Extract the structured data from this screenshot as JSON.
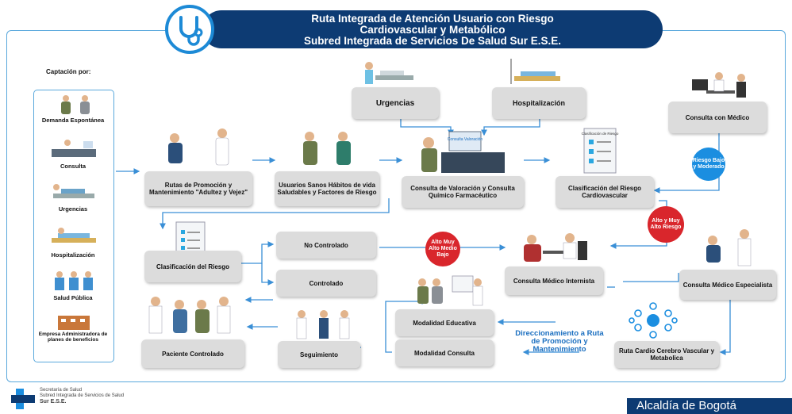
{
  "title": {
    "line1": "Ruta Integrada de Atención Usuario con Riesgo",
    "line2": "Cardiovascular y Metabólico",
    "line3": "Subred Integrada de Servicios De Salud Sur E.S.E."
  },
  "captacion": {
    "heading": "Captación por:",
    "items": [
      "Demanda Espontánea",
      "Consulta",
      "Urgencias",
      "Hospitalización",
      "Salud Pública",
      "Empresa Administradora de planes de beneficios"
    ]
  },
  "nodes": {
    "urgencias": "Urgencias",
    "hospitalizacion": "Hospitalización",
    "consulta_medico": "Consulta con Médico",
    "rutas_promocion": "Rutas de Promoción y Mantenimiento \"Adultez y Vejez\"",
    "usuarios_sanos": "Usuarios Sanos Hábitos de vida Saludables y Factores de Riesgo",
    "consulta_valoracion": "Consulta de Valoración y Consulta Químico Farmacéutico",
    "clasif_cardio": "Clasificación del Riesgo Cardiovascular",
    "clasif_riesgo": "Clasificación del Riesgo",
    "no_controlado": "No Controlado",
    "controlado": "Controlado",
    "consulta_internista": "Consulta Médico Internista",
    "consulta_especialista": "Consulta Médico Especialista",
    "paciente_controlado": "Paciente Controlado",
    "seguimiento": "Seguimiento",
    "modalidad_educativa": "Modalidad Educativa",
    "modalidad_consulta": "Modalidad Consulta",
    "ruta_cardio": "Ruta Cardio Cerebro Vascular y Metabolica"
  },
  "tags": {
    "riesgo_bajo": "Riesgo Bajo y Moderado",
    "alto_muy_alto": "Alto y Muy Alto Riesgo",
    "alto_medio_bajo": "Alto Muy Alto Medio Bajo"
  },
  "direccionamiento": "Direccionamiento a Ruta de Promoción y Mantenimiento",
  "screen_labels": {
    "consulta_valoracion": "Consulta Valoración",
    "clasificacion": "Clasificación de Riesgo"
  },
  "footer": {
    "org_line1": "Secretaría de Salud",
    "org_line2": "Subred Integrada de Servicios de Salud",
    "org_line3": "Sur E.S.E.",
    "alcaldia": "Alcaldía de Bogotá"
  },
  "colors": {
    "navy": "#0d3b73",
    "blue": "#1b8ee0",
    "red": "#d9262c",
    "box": "#dcdcdc",
    "frame": "#5aa8dc"
  }
}
